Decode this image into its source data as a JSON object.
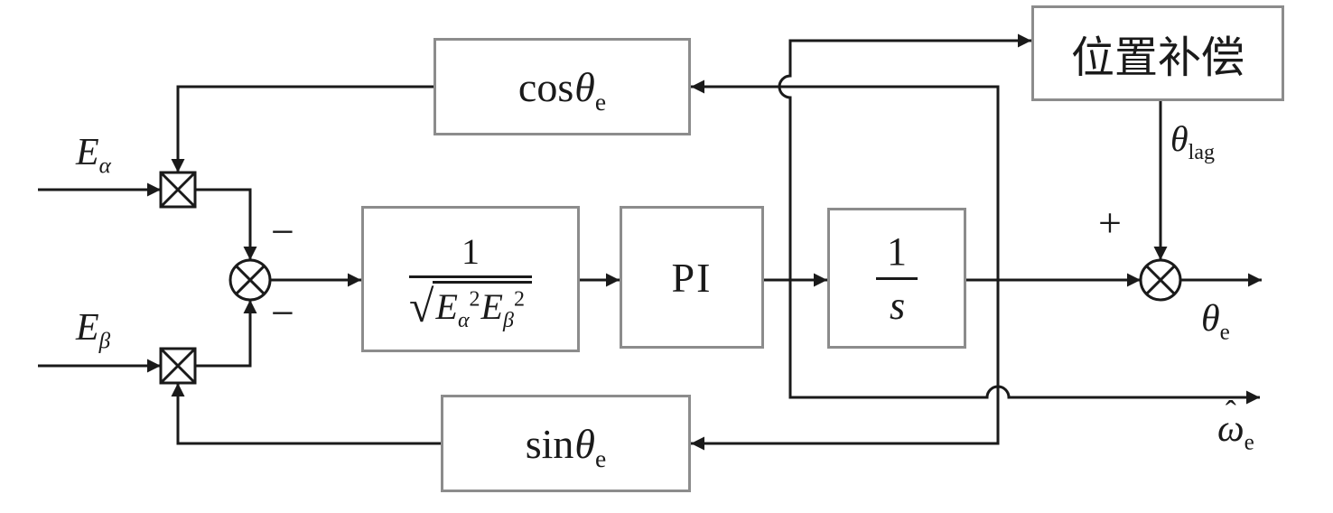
{
  "diagram": {
    "inputs": {
      "e_alpha": {
        "base": "E",
        "sub": "α"
      },
      "e_beta": {
        "base": "E",
        "sub": "β"
      }
    },
    "blocks": {
      "cos_feedback": {
        "fn": "cos",
        "arg": "θ",
        "sub": "e"
      },
      "sin_feedback": {
        "fn": "sin",
        "arg": "θ",
        "sub": "e"
      },
      "normalization": {
        "num": "1",
        "radical": "√",
        "e1": "E",
        "e1_sub": "α",
        "e1_sup": "2",
        "e2": "E",
        "e2_sub": "β",
        "e2_sup": "2"
      },
      "pi_controller": {
        "label": "PI"
      },
      "integrator": {
        "num": "1",
        "den": "s"
      },
      "position_compensation": {
        "label": "位置补偿"
      }
    },
    "signs": {
      "sum1_top": "−",
      "sum1_bottom": "−",
      "sum2_top": "+"
    },
    "outputs": {
      "theta_lag": {
        "base": "θ",
        "sub": "lag"
      },
      "theta_e": {
        "base": "θ",
        "sub": "e"
      },
      "omega_e": {
        "base": "ω",
        "hat": "ˆ",
        "sub": "e"
      }
    },
    "colors": {
      "wire": "#1a1a1a",
      "block_border": "#8c8c8c",
      "background": "#ffffff"
    }
  }
}
